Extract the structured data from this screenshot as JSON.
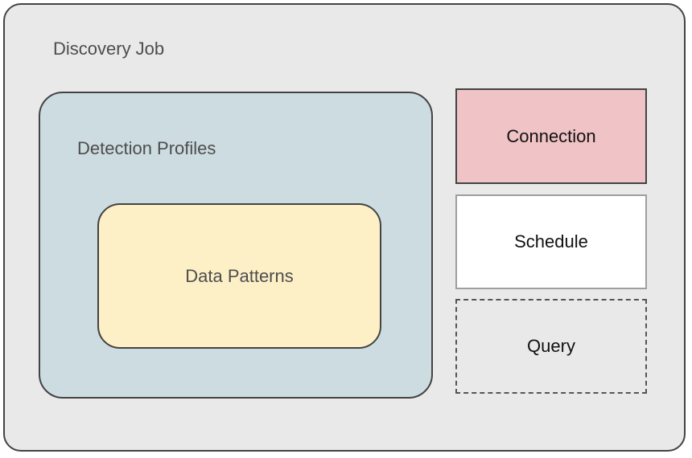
{
  "diagram": {
    "title": "Discovery Job",
    "discovery_job": {
      "label": "Discovery Job"
    },
    "detection_profiles": {
      "label": "Detection Profiles"
    },
    "data_patterns": {
      "label": "Data Patterns"
    },
    "connection": {
      "label": "Connection"
    },
    "schedule": {
      "label": "Schedule"
    },
    "query": {
      "label": "Query"
    }
  },
  "colors": {
    "outer-bg": "#e9e9e9",
    "profiles-bg": "#cddce0",
    "patterns-bg": "#fdf0c7",
    "connection-bg": "#f0c3c6",
    "schedule-bg": "#ffffff",
    "border-dark": "#434343",
    "border-light": "#9e9e9e",
    "border-dashed": "#555555",
    "label-gray": "#4d4d4d",
    "label-black": "#111111"
  }
}
